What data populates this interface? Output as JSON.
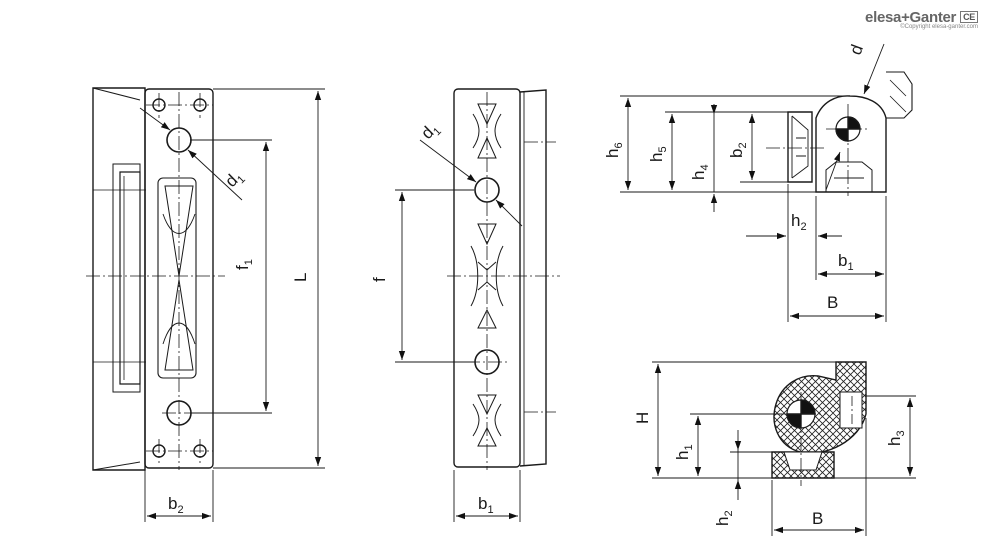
{
  "brand": {
    "name": "elesa+Ganter",
    "badge": "CE",
    "copyright": "©Copyright elesa-ganter.com"
  },
  "labels": {
    "d1_left": {
      "main": "d",
      "sub": "1"
    },
    "f1": {
      "main": "f",
      "sub": "1"
    },
    "L": {
      "main": "L",
      "sub": ""
    },
    "b2_bottom": {
      "main": "b",
      "sub": "2"
    },
    "d1_mid": {
      "main": "d",
      "sub": "1"
    },
    "f": {
      "main": "f",
      "sub": ""
    },
    "b1_bottom": {
      "main": "b",
      "sub": "1"
    },
    "d_top": {
      "main": "d",
      "sub": ""
    },
    "h6": {
      "main": "h",
      "sub": "6"
    },
    "h5": {
      "main": "h",
      "sub": "5"
    },
    "h4": {
      "main": "h",
      "sub": "4"
    },
    "b2_side": {
      "main": "b",
      "sub": "2"
    },
    "h2_top": {
      "main": "h",
      "sub": "2"
    },
    "b1_side": {
      "main": "b",
      "sub": "1"
    },
    "B_top": {
      "main": "B",
      "sub": ""
    },
    "H": {
      "main": "H",
      "sub": ""
    },
    "h1": {
      "main": "h",
      "sub": "1"
    },
    "h3": {
      "main": "h",
      "sub": "3"
    },
    "h2_bottom": {
      "main": "h",
      "sub": "2"
    },
    "B_bottom": {
      "main": "B",
      "sub": ""
    }
  }
}
